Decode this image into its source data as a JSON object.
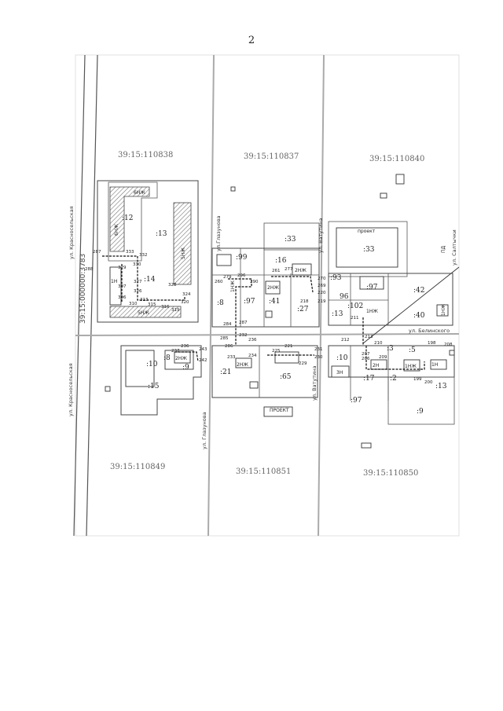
{
  "page_number": "2",
  "quarters": [
    {
      "id": "q-110838",
      "label": "39:15:110838"
    },
    {
      "id": "q-110837",
      "label": "39:15:110837"
    },
    {
      "id": "q-110840",
      "label": "39:15:110840"
    },
    {
      "id": "q-110849",
      "label": "39:15:110849"
    },
    {
      "id": "q-110851",
      "label": "39:15:110851"
    },
    {
      "id": "q-110850",
      "label": "39:15:110850"
    }
  ],
  "big_parcel": "39:15:000000:3783",
  "streets": {
    "krasnoselskaya_top": "ул. Красносельская",
    "krasnoselskaya_bottom": "ул. Красносельская",
    "glazunova_top": "ул.Глазунова",
    "glazunova_bottom": "ул. Глазунова",
    "vatutina_top": "ул. Ватутина",
    "vatutina_bottom": "ул. Ватутина",
    "belinskogo": "ул. Белинского",
    "saltykova": "ул. Салтычки"
  },
  "parcels": {
    "p12": ":12",
    "p13": ":13",
    "p14": ":14",
    "p99": ":99",
    "p33a": ":33",
    "p16": ":16",
    "p8": ":8",
    "p97a": ":97",
    "p41": ":41",
    "p27": ":27",
    "p33b": ":33",
    "p93": ":93",
    "p97b": ":97",
    "p42": ":42",
    "p96": "96",
    "p102": ":102",
    "p13b": ":13",
    "p40": ":40",
    "p10": ":10",
    "p8b": ":8",
    "p9a": ":9",
    "p15": ":15",
    "p21": ":21",
    "p65": ":65",
    "p10b": ":10",
    "p3": ":3",
    "p5": ":5",
    "p17": ":17",
    "p2": ":2",
    "p13c": ":13",
    "p97c": ":97",
    "p9b": ":9"
  },
  "building_labels": {
    "b6nzh_a": "6НЖ",
    "b6nzh_b": "6НЖ",
    "b5nzh_a": "5НЖ",
    "b5nzh_b": "5НЖ",
    "b1nzh": "1НЖ",
    "b2nzh_a": "2НЖ",
    "b2nzh_b": "2НЖ",
    "b2nzh_c": "2НЖ",
    "b2nzh_d": "2НЖ",
    "b1n_a": "1Н",
    "b1n_b": "1Н",
    "b1nzh_c": "1НЖ",
    "b1nzh_d": "1НЖ",
    "b1nzh_e": "1НЖ",
    "b3n": "3Н",
    "b2n": "2Н"
  },
  "project_labels": {
    "top": "проект",
    "bottom": "ПРОЕКТ",
    "pd": "ПД"
  },
  "nodes": [
    {
      "id": "n287",
      "label": "287"
    },
    {
      "id": "n288",
      "label": "288"
    },
    {
      "id": "n333",
      "label": "333"
    },
    {
      "id": "n332",
      "label": "332"
    },
    {
      "id": "n330",
      "label": "330"
    },
    {
      "id": "n329",
      "label": "329"
    },
    {
      "id": "n327",
      "label": "327"
    },
    {
      "id": "n326",
      "label": "326"
    },
    {
      "id": "n307",
      "label": "307"
    },
    {
      "id": "n306",
      "label": "306"
    },
    {
      "id": "n310",
      "label": "310"
    },
    {
      "id": "n313",
      "label": "313"
    },
    {
      "id": "n315",
      "label": "315"
    },
    {
      "id": "n316",
      "label": "316"
    },
    {
      "id": "n328",
      "label": "328"
    },
    {
      "id": "n324",
      "label": "324"
    },
    {
      "id": "n320",
      "label": "320"
    },
    {
      "id": "n319",
      "label": "319"
    },
    {
      "id": "n279",
      "label": "279"
    },
    {
      "id": "n296",
      "label": "296"
    },
    {
      "id": "n260",
      "label": "260"
    },
    {
      "id": "n290",
      "label": "290"
    },
    {
      "id": "n284",
      "label": "284"
    },
    {
      "id": "n287b",
      "label": "287"
    },
    {
      "id": "n285",
      "label": "285"
    },
    {
      "id": "n232",
      "label": "232"
    },
    {
      "id": "n286",
      "label": "286"
    },
    {
      "id": "n233",
      "label": "233"
    },
    {
      "id": "n234",
      "label": "234"
    },
    {
      "id": "n236",
      "label": "236"
    },
    {
      "id": "n237",
      "label": "237"
    },
    {
      "id": "n243",
      "label": "243"
    },
    {
      "id": "n242",
      "label": "242"
    },
    {
      "id": "n261",
      "label": "261"
    },
    {
      "id": "n277",
      "label": "277"
    },
    {
      "id": "n270",
      "label": "270"
    },
    {
      "id": "n269",
      "label": "269"
    },
    {
      "id": "n220",
      "label": "220"
    },
    {
      "id": "n219",
      "label": "219"
    },
    {
      "id": "n218",
      "label": "218"
    },
    {
      "id": "n225",
      "label": "225"
    },
    {
      "id": "n221",
      "label": "221"
    },
    {
      "id": "n229",
      "label": "229"
    },
    {
      "id": "n231",
      "label": "231"
    },
    {
      "id": "n230",
      "label": "230"
    },
    {
      "id": "n212",
      "label": "212"
    },
    {
      "id": "n211",
      "label": "211"
    },
    {
      "id": "n213",
      "label": "213"
    },
    {
      "id": "n210",
      "label": "210"
    },
    {
      "id": "n209",
      "label": "209"
    },
    {
      "id": "n207",
      "label": "207"
    },
    {
      "id": "n206",
      "label": "206"
    },
    {
      "id": "n208",
      "label": "208"
    },
    {
      "id": "n200",
      "label": "200"
    },
    {
      "id": "n199",
      "label": "199"
    },
    {
      "id": "n198",
      "label": "198"
    }
  ],
  "colors": {
    "quarter_label": "#666666",
    "line": "#333333",
    "hatch": "#777777",
    "road": "#aaaaaa"
  }
}
